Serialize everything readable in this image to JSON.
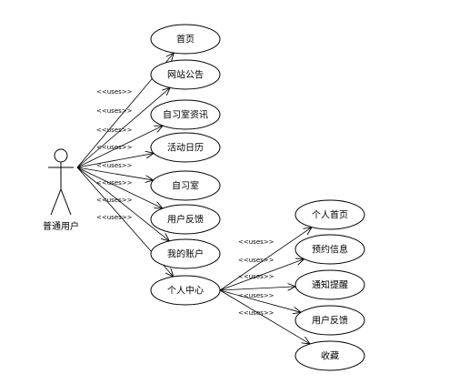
{
  "actor": {
    "name": "普通用户"
  },
  "stereotype": "<<uses>>",
  "primary_use_cases": [
    {
      "id": "home",
      "label": "首页"
    },
    {
      "id": "announcements",
      "label": "网站公告"
    },
    {
      "id": "study-room-info",
      "label": "自习室资讯"
    },
    {
      "id": "activity-calendar",
      "label": "活动日历"
    },
    {
      "id": "study-room",
      "label": "自习室"
    },
    {
      "id": "user-feedback",
      "label": "用户反馈"
    },
    {
      "id": "my-account",
      "label": "我的账户"
    },
    {
      "id": "personal-center",
      "label": "个人中心"
    }
  ],
  "sub_use_cases": [
    {
      "id": "personal-home",
      "label": "个人首页"
    },
    {
      "id": "booking-info",
      "label": "预约信息"
    },
    {
      "id": "notifications",
      "label": "通知提醒"
    },
    {
      "id": "sub-user-feedback",
      "label": "用户反馈"
    },
    {
      "id": "favorites",
      "label": "收藏"
    }
  ],
  "colors": {
    "line": "#000000",
    "background": "#ffffff"
  }
}
